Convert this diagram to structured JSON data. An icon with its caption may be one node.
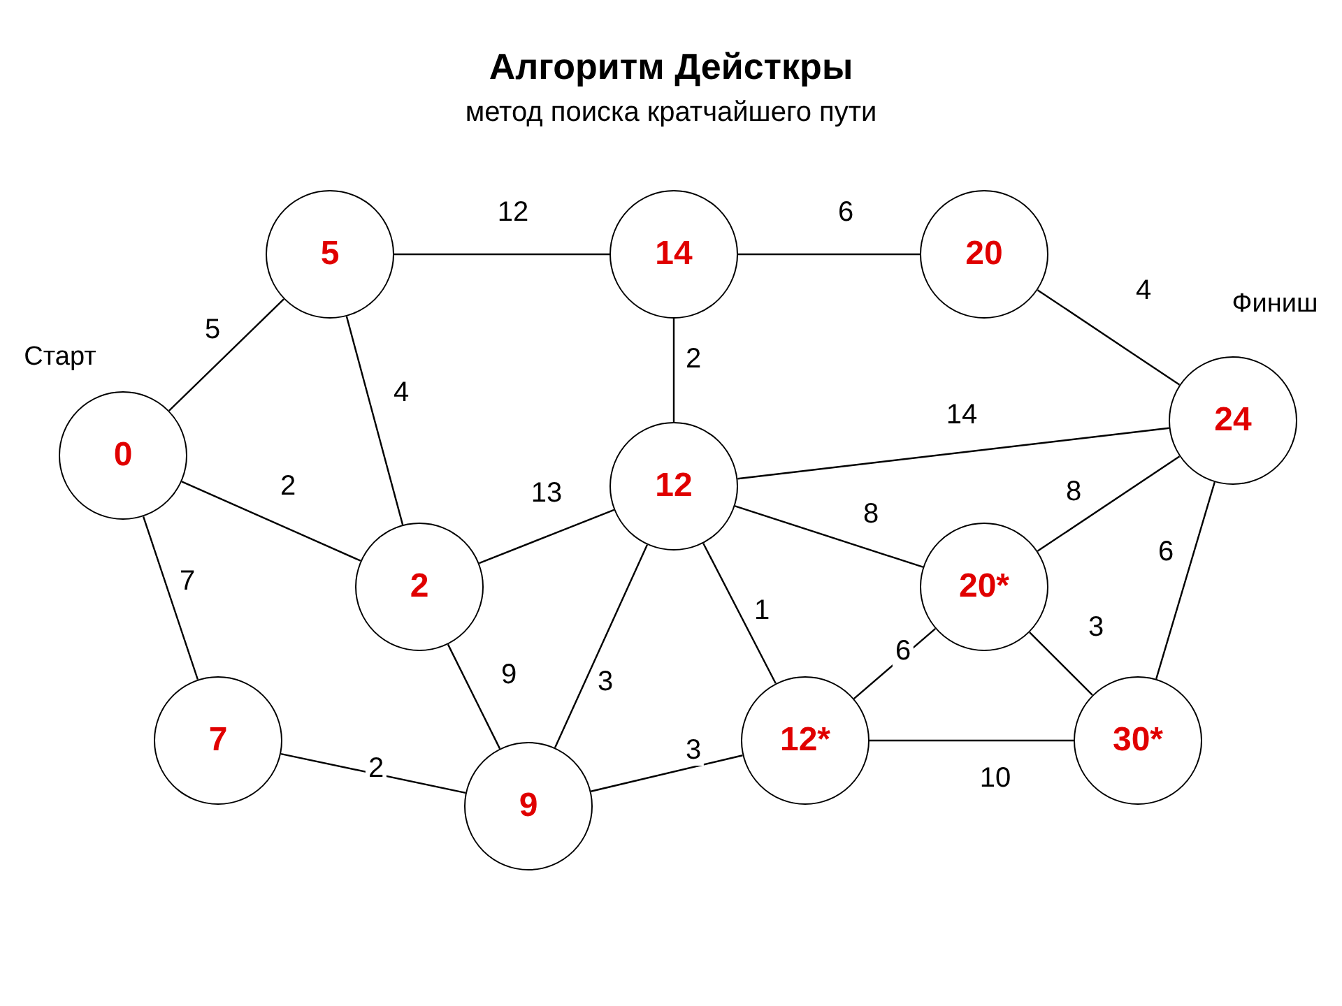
{
  "diagram": {
    "title": "Алгоритм Дейсткры",
    "caption": "метод поиска кратчайшего пути",
    "nodes": [
      {
        "text": [
          "5"
        ]
      },
      {
        "text": [
          "14"
        ]
      },
      {
        "text": [
          "20"
        ]
      },
      {
        "text": [
          "24"
        ],
        "beside": [
          "Финиш"
        ]
      },
      {
        "text": [
          "0"
        ],
        "beside": [
          "Старт"
        ]
      },
      {
        "text": [
          "12"
        ]
      },
      {
        "text": [
          "2"
        ]
      },
      {
        "text": [
          "20*"
        ]
      },
      {
        "text": [
          "7"
        ]
      },
      {
        "text": [
          "12*"
        ]
      },
      {
        "text": [
          "30*"
        ]
      },
      {
        "text": [
          "9"
        ]
      }
    ],
    "edges": [
      {
        "from": 4,
        "to": 0,
        "arrow": "none",
        "label": "5"
      },
      {
        "from": 0,
        "to": 1,
        "arrow": "none",
        "label": "12"
      },
      {
        "from": 1,
        "to": 2,
        "arrow": "none",
        "label": "6"
      },
      {
        "from": 2,
        "to": 3,
        "arrow": "none",
        "label": "4"
      },
      {
        "from": 0,
        "to": 6,
        "arrow": "none",
        "label": "4"
      },
      {
        "from": 1,
        "to": 5,
        "arrow": "none",
        "label": "2"
      },
      {
        "from": 4,
        "to": 6,
        "arrow": "none",
        "label": "2"
      },
      {
        "from": 4,
        "to": 8,
        "arrow": "none",
        "label": "7"
      },
      {
        "from": 5,
        "to": 3,
        "arrow": "none",
        "label": "14"
      },
      {
        "from": 6,
        "to": 5,
        "arrow": "none",
        "label": "13"
      },
      {
        "from": 5,
        "to": 7,
        "arrow": "none",
        "label": "8"
      },
      {
        "from": 7,
        "to": 3,
        "arrow": "none",
        "label": "8"
      },
      {
        "from": 3,
        "to": 10,
        "arrow": "none",
        "label": "6"
      },
      {
        "from": 5,
        "to": 9,
        "arrow": "none",
        "label": "1"
      },
      {
        "from": 7,
        "to": 10,
        "arrow": "none",
        "label": "3"
      },
      {
        "from": 6,
        "to": 11,
        "arrow": "none",
        "label": "9"
      },
      {
        "from": 5,
        "to": 11,
        "arrow": "none",
        "label": "3"
      },
      {
        "from": 9,
        "to": 7,
        "arrow": "none",
        "label": "6"
      },
      {
        "from": 8,
        "to": 11,
        "arrow": "none",
        "label": "2"
      },
      {
        "from": 11,
        "to": 9,
        "arrow": "none",
        "label": "3"
      },
      {
        "from": 9,
        "to": 10,
        "arrow": "none",
        "label": "10"
      }
    ]
  }
}
